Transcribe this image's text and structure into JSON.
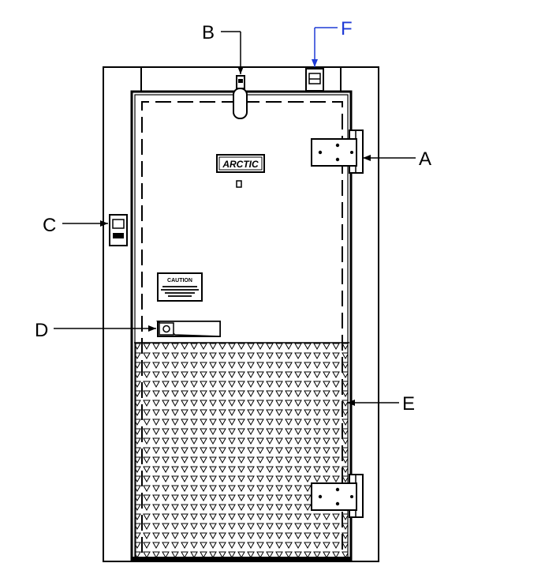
{
  "diagram": {
    "brand_label": "ARCTIC",
    "caution_label": "CAUTION",
    "callouts": {
      "A": "A",
      "B": "B",
      "C": "C",
      "D": "D",
      "E": "E",
      "F": "F"
    },
    "colors": {
      "line": "#000000",
      "highlight_callout": "#1f3bd6"
    }
  }
}
